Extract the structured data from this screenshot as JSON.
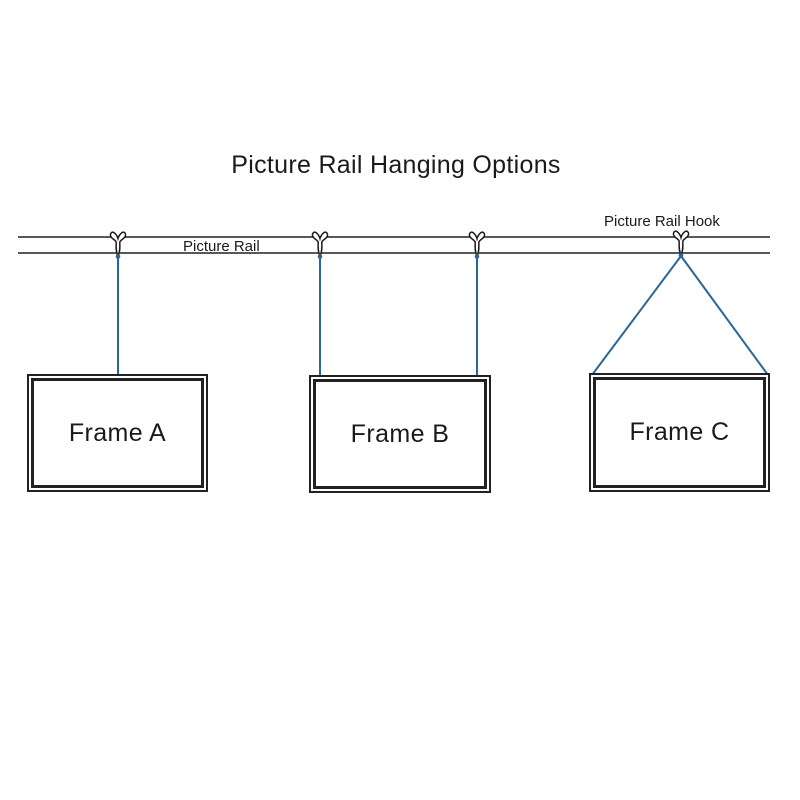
{
  "title": "Picture Rail Hanging Options",
  "labels": {
    "picture_rail": "Picture Rail",
    "picture_rail_hook": "Picture Rail Hook"
  },
  "frames": [
    {
      "label": "Frame A"
    },
    {
      "label": "Frame B"
    },
    {
      "label": "Frame C"
    }
  ],
  "icons": {
    "picture_rail_hook": "picture-rail-hook-icon"
  },
  "colors": {
    "background": "#ffffff",
    "text": "#1a1a1a",
    "rail_gray": "#585858",
    "frame_border": "#222222",
    "cord_blue": "#2b6699"
  }
}
